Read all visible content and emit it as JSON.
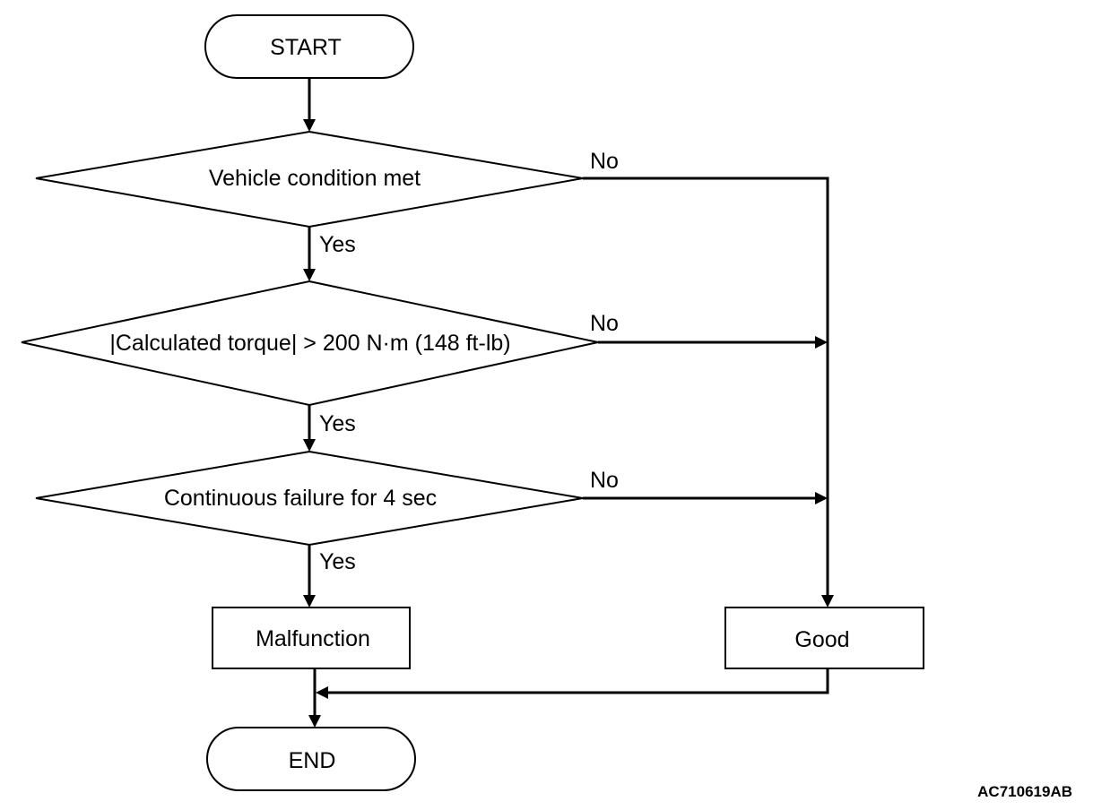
{
  "flowchart": {
    "start": "START",
    "decision_1": "Vehicle condition met",
    "decision_2": "|Calculated torque| > 200 N·m (148 ft-lb)",
    "decision_3": "Continuous failure for 4 sec",
    "yes_label": "Yes",
    "no_label": "No",
    "malfunction": "Malfunction",
    "good": "Good",
    "end": "END"
  },
  "figure_code": "AC710619AB"
}
